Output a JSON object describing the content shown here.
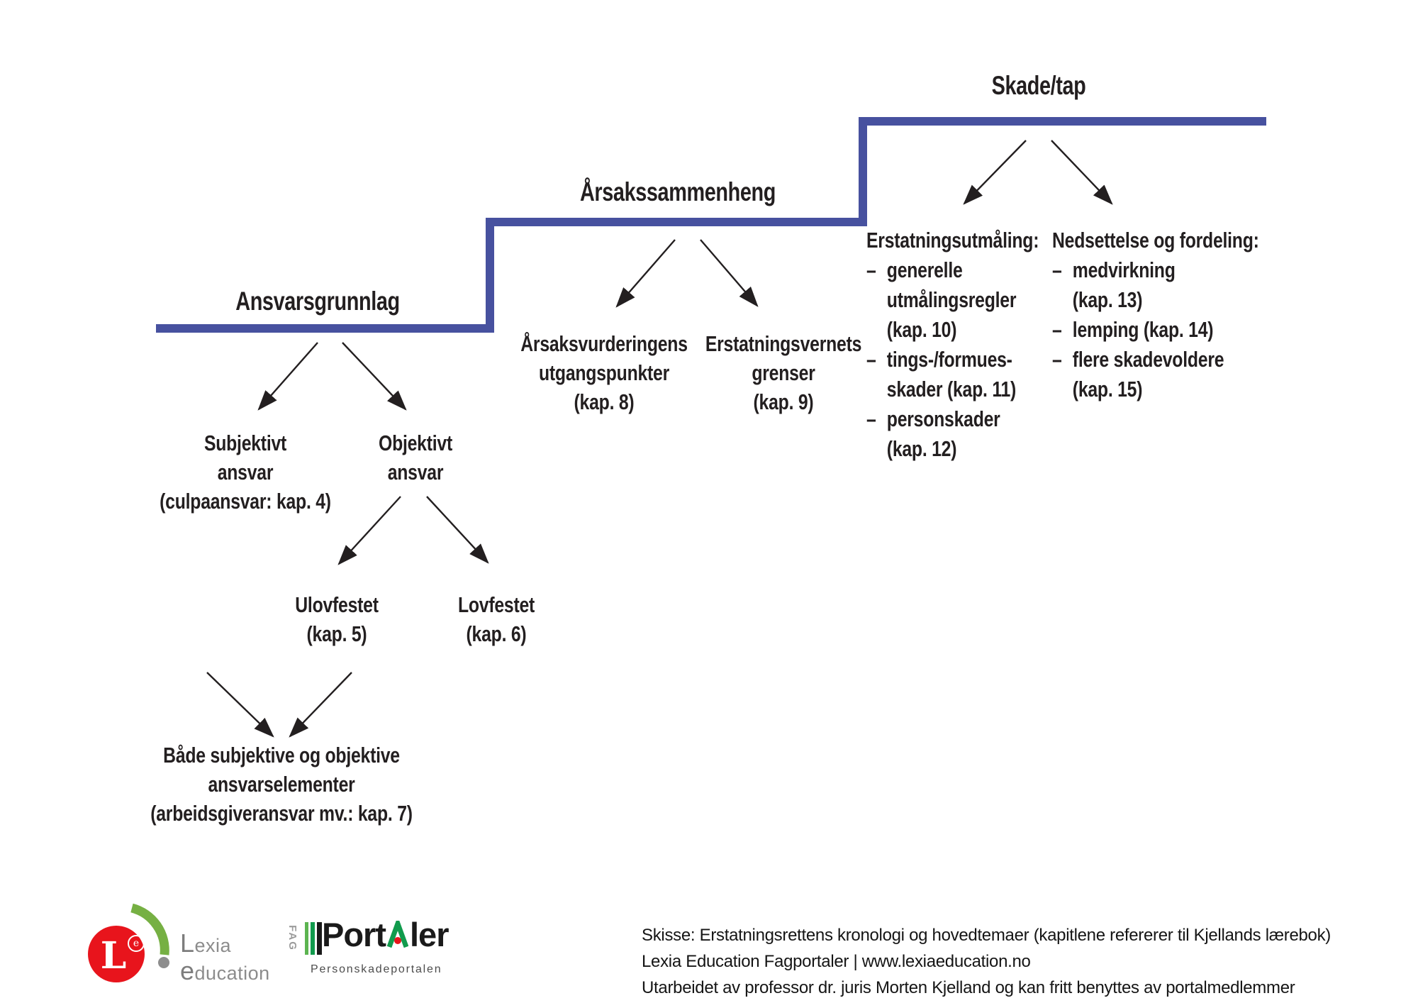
{
  "colors": {
    "staircase_blue": "#47519f",
    "diagram_text": "#231f20",
    "lexia_red": "#e8141c",
    "lexia_green": "#76b043",
    "portaler_green": "#119b4d",
    "gray_text": "#8c8c8c"
  },
  "diagram": {
    "steps": {
      "ansvarsgrunnlag": {
        "title": "Ansvarsgrunnlag"
      },
      "aarsakssammenheng": {
        "title": "Årsakssammenheng"
      },
      "skadetap": {
        "title": "Skade/tap"
      }
    },
    "nodes": {
      "subjektivt": {
        "lines": [
          "Subjektivt",
          "ansvar",
          "(culpaansvar: kap. 4)"
        ]
      },
      "objektivt": {
        "lines": [
          "Objektivt",
          "ansvar"
        ]
      },
      "ulovfestet": {
        "lines": [
          "Ulovfestet",
          "(kap. 5)"
        ]
      },
      "lovfestet": {
        "lines": [
          "Lovfestet",
          "(kap. 6)"
        ]
      },
      "kombinert": {
        "lines": [
          "Både subjektive og objektive",
          "ansvarselementer",
          "(arbeidsgiveransvar mv.: kap. 7)"
        ]
      },
      "aarsaksvurderingens": {
        "lines": [
          "Årsaksvurderingens",
          "utgangspunkter",
          "(kap. 8)"
        ]
      },
      "erstatningsvernets": {
        "lines": [
          "Erstatningsvernets",
          "grenser",
          "(kap. 9)"
        ]
      }
    },
    "lists": {
      "utmaaling": {
        "title": "Erstatningsutmåling:",
        "marker": "–",
        "items": [
          {
            "lines": [
              "generelle",
              "utmålingsregler",
              "(kap. 10)"
            ]
          },
          {
            "lines": [
              "tings-/formues-",
              "skader (kap. 11)"
            ]
          },
          {
            "lines": [
              "personskader",
              "(kap. 12)"
            ]
          }
        ]
      },
      "nedsettelse": {
        "title": "Nedsettelse og fordeling:",
        "marker": "–",
        "items": [
          {
            "lines": [
              "medvirkning",
              "(kap. 13)"
            ]
          },
          {
            "lines": [
              "lemping (kap. 14)"
            ]
          },
          {
            "lines": [
              "flere skadevoldere",
              "(kap. 15)"
            ]
          }
        ]
      }
    }
  },
  "footer": {
    "lexia_logo": {
      "monogram": "L",
      "monogram_small": "e",
      "line1": "Lexia",
      "line2": "education"
    },
    "portaler_logo": {
      "vertical_text": "FAG",
      "word_start": "Port",
      "word_end": "ler",
      "subtitle": "Personskadeportalen"
    },
    "credits": {
      "line1": "Skisse: Erstatningsrettens kronologi og hovedtemaer (kapitlene refererer til Kjellands lærebok)",
      "line2": "Lexia Education Fagportaler | www.lexiaeducation.no",
      "line3": "Utarbeidet av professor dr. juris Morten Kjelland og kan fritt benyttes av portalmedlemmer"
    }
  }
}
